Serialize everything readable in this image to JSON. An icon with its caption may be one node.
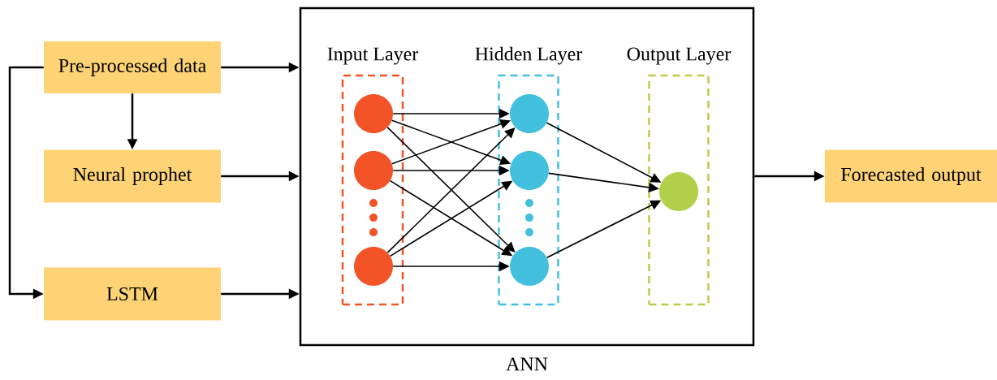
{
  "diagram": {
    "nodes": [
      {
        "text": [
          "Pre-processed data"
        ]
      },
      {
        "text": [
          "Neural prophet"
        ]
      },
      {
        "text": [
          "LSTM"
        ]
      },
      {
        "text": [
          "ANN"
        ]
      },
      {
        "text": [
          "Input Layer"
        ],
        "in": 3
      },
      {
        "text": [
          "Hidden Layer"
        ],
        "in": 3
      },
      {
        "text": [
          "Output Layer"
        ],
        "in": 3
      },
      {
        "text": [],
        "shape": "circle",
        "in": 4
      },
      {
        "text": [],
        "shape": "circle",
        "in": 4
      },
      {
        "text": [],
        "shape": "circle",
        "in": 4
      },
      {
        "text": [],
        "shape": "circle",
        "in": 5
      },
      {
        "text": [],
        "shape": "circle",
        "in": 5
      },
      {
        "text": [],
        "shape": "circle",
        "in": 5
      },
      {
        "text": [],
        "shape": "circle",
        "in": 6
      },
      {
        "text": [
          "Forecasted output"
        ]
      }
    ],
    "edges": [
      {
        "from": 0,
        "to": 3,
        "arrow": "to"
      },
      {
        "from": 0,
        "to": 1,
        "arrow": "to"
      },
      {
        "from": 0,
        "to": 2,
        "arrow": "to"
      },
      {
        "from": 1,
        "to": 3,
        "arrow": "to"
      },
      {
        "from": 2,
        "to": 3,
        "arrow": "to"
      },
      {
        "from": 7,
        "to": 10,
        "arrow": "to"
      },
      {
        "from": 7,
        "to": 11,
        "arrow": "to"
      },
      {
        "from": 7,
        "to": 12,
        "arrow": "to"
      },
      {
        "from": 8,
        "to": 10,
        "arrow": "to"
      },
      {
        "from": 8,
        "to": 11,
        "arrow": "to"
      },
      {
        "from": 8,
        "to": 12,
        "arrow": "to"
      },
      {
        "from": 9,
        "to": 10,
        "arrow": "to"
      },
      {
        "from": 9,
        "to": 11,
        "arrow": "to"
      },
      {
        "from": 9,
        "to": 12,
        "arrow": "to"
      },
      {
        "from": 10,
        "to": 13,
        "arrow": "to"
      },
      {
        "from": 11,
        "to": 13,
        "arrow": "to"
      },
      {
        "from": 12,
        "to": 13,
        "arrow": "to"
      },
      {
        "from": 3,
        "to": 14,
        "arrow": "to"
      }
    ]
  }
}
